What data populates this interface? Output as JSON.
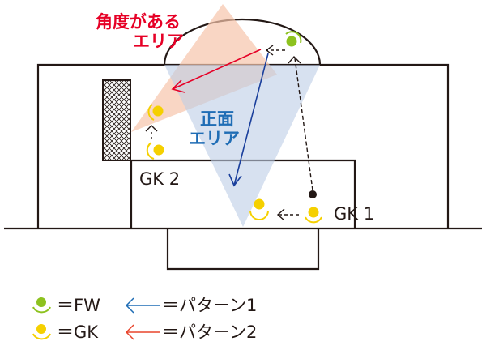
{
  "labels": {
    "angle_area_line1": "角度がある",
    "angle_area_line2": "エリア",
    "front_area_line1": "正面",
    "front_area_line2": "エリア",
    "gk2": "GK 2",
    "gk1": "GK 1"
  },
  "legend": {
    "fw": "＝FW",
    "gk": "＝GK",
    "pattern1": "＝パターン1",
    "pattern2": "＝パターン2"
  },
  "colors": {
    "fw": "#8dc21f",
    "gk": "#f5d000",
    "pattern1": "#1f6db5",
    "pattern2": "#e8452c",
    "angle_area": "#f6c4ab",
    "front_area": "#bccde6"
  }
}
